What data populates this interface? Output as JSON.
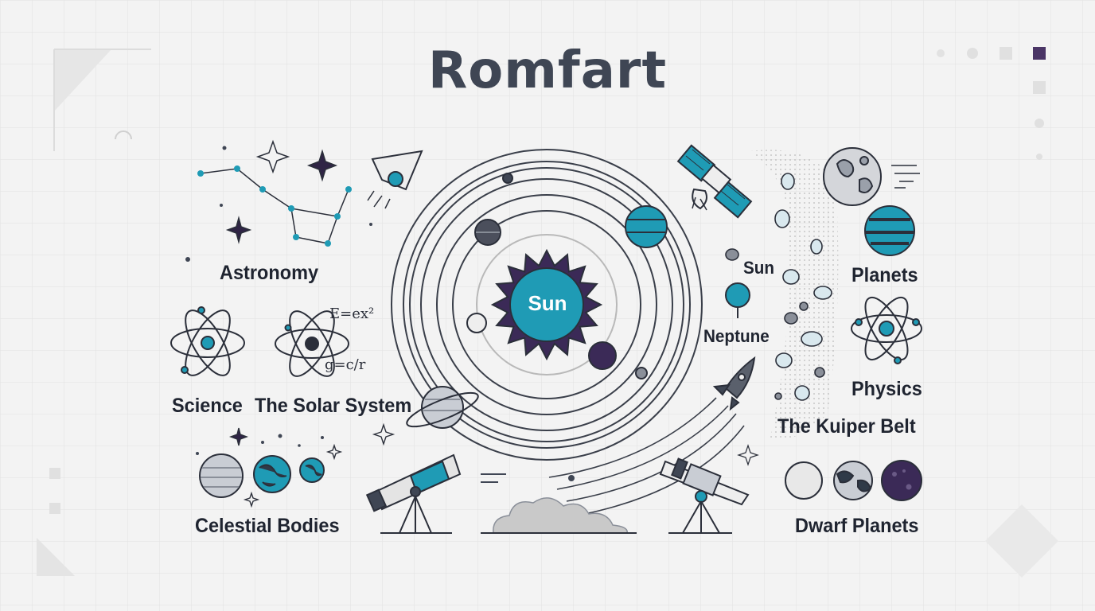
{
  "title": "Romfart",
  "labels": {
    "astronomy": "Astronomy",
    "science": "Science",
    "solar_system": "The Solar System",
    "celestial_bodies": "Celestial Bodies",
    "sun_center": "Sun",
    "sun_small": "Sun",
    "neptune": "Neptune",
    "planets": "Planets",
    "physics": "Physics",
    "kuiper_belt": "The Kuiper Belt",
    "dwarf_planets": "Dwarf Planets"
  },
  "formulas": {
    "f1": "E=ex²",
    "f2": "g=c/r"
  },
  "colors": {
    "background": "#f3f3f3",
    "grid": "#e2e2e2",
    "teal": "#1f9bb5",
    "purple": "#3b2a57",
    "dark": "#2b2f3a",
    "gray": "#c9c9c9",
    "light_gray": "#e4e4e4"
  },
  "icons": [
    "constellation-icon",
    "sparkle-icon",
    "rocket-icon",
    "atom-icon",
    "satellite-icon",
    "telescope-icon",
    "saturn-icon",
    "planet-icon",
    "asteroid-icon",
    "cloud-icon"
  ]
}
